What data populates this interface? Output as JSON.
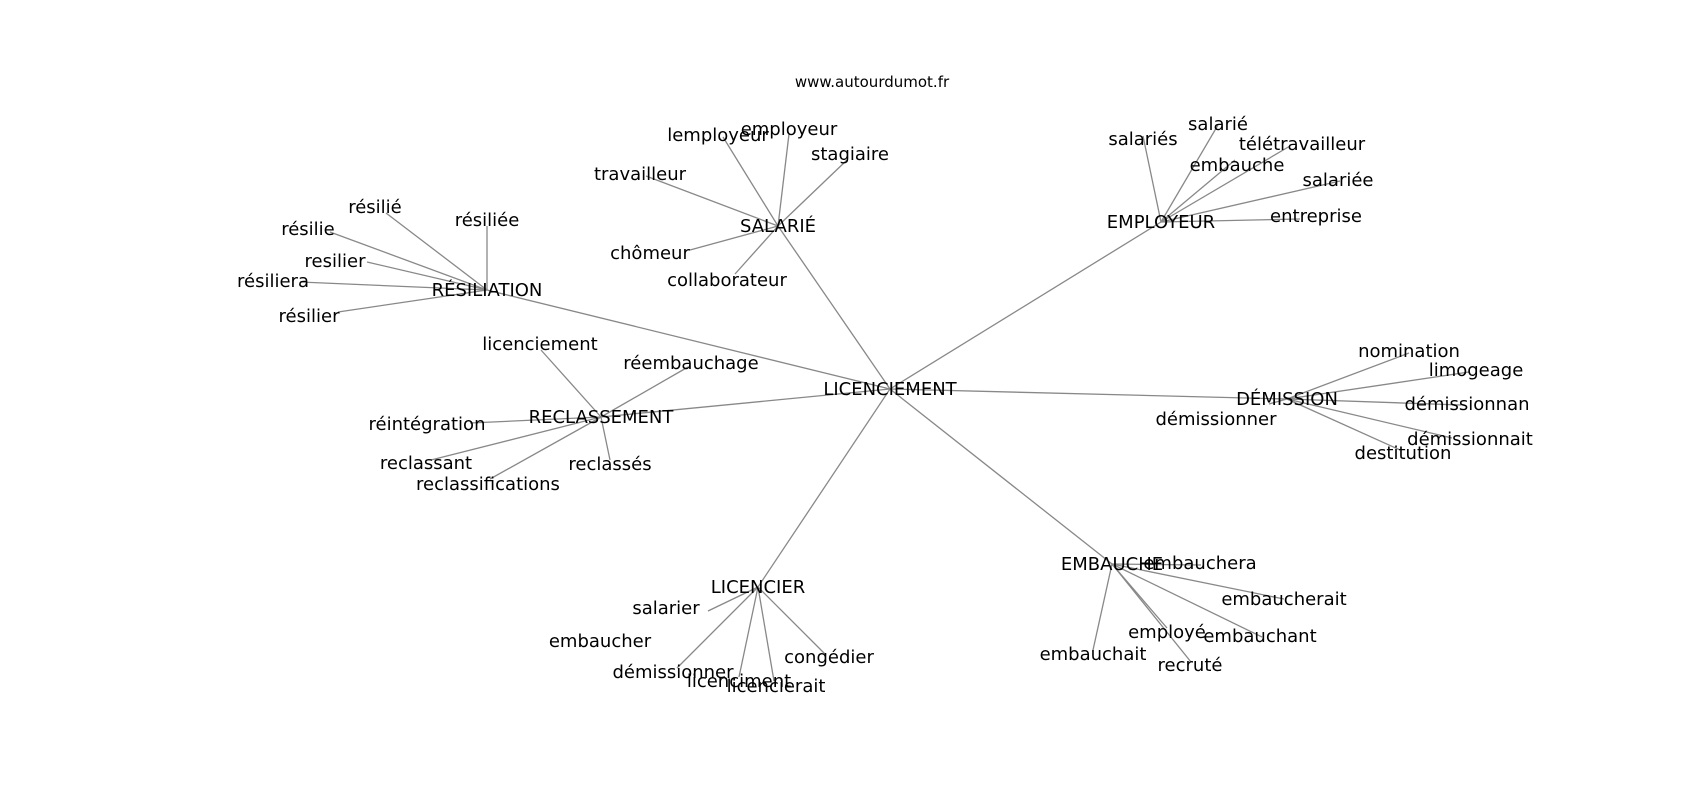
{
  "source": "www.autourdumot.fr",
  "center": "LICENCIEMENT",
  "clusters": [
    {
      "hub": "RÉSILIATION",
      "words": [
        "résilié",
        "résiliée",
        "résilie",
        "resilier",
        "résiliera",
        "résilier"
      ]
    },
    {
      "hub": "SALARIÉ",
      "words": [
        "lemployeur",
        "employeur",
        "stagiaire",
        "travailleur",
        "chômeur",
        "collaborateur"
      ]
    },
    {
      "hub": "EMPLOYEUR",
      "words": [
        "salariés",
        "salarié",
        "télétravailleur",
        "embauche",
        "salariée",
        "entreprise"
      ]
    },
    {
      "hub": "RECLASSEMENT",
      "words": [
        "licenciement",
        "réembauchage",
        "réintégration",
        "reclassant",
        "reclassifications",
        "reclassés"
      ]
    },
    {
      "hub": "DÉMISSION",
      "words": [
        "nomination",
        "limogeage",
        "démissionnan",
        "démissionnait",
        "destitution",
        "démissionner"
      ]
    },
    {
      "hub": "LICENCIER",
      "words": [
        "salarier",
        "embaucher",
        "démissionner",
        "licenciment",
        "licencierait",
        "congédier"
      ]
    },
    {
      "hub": "EMBAUCHE",
      "words": [
        "embauchera",
        "embaucherait",
        "embauchant",
        "employé",
        "recruté",
        "embauchait"
      ]
    }
  ]
}
